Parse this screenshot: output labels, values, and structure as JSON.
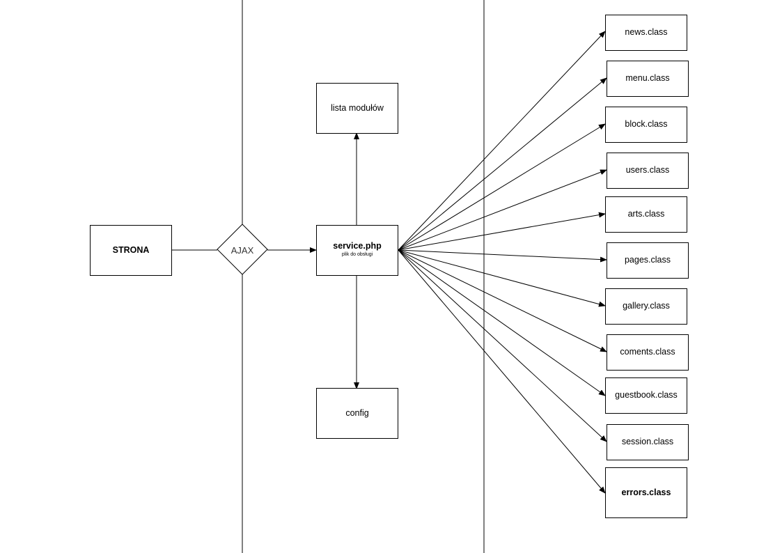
{
  "diagram": {
    "strona": "STRONA",
    "ajax": "AJAX",
    "service": {
      "title": "service.php",
      "subtitle": "plik do obsługi"
    },
    "lista": "lista modułów",
    "config": "config",
    "classes": [
      "news.class",
      "menu.class",
      "block.class",
      "users.class",
      "arts.class",
      "pages.class",
      "gallery.class",
      "coments.class",
      "guestbook.class",
      "session.class",
      "errors.class"
    ]
  },
  "colors": {
    "line": "#000000",
    "background": "#ffffff"
  }
}
